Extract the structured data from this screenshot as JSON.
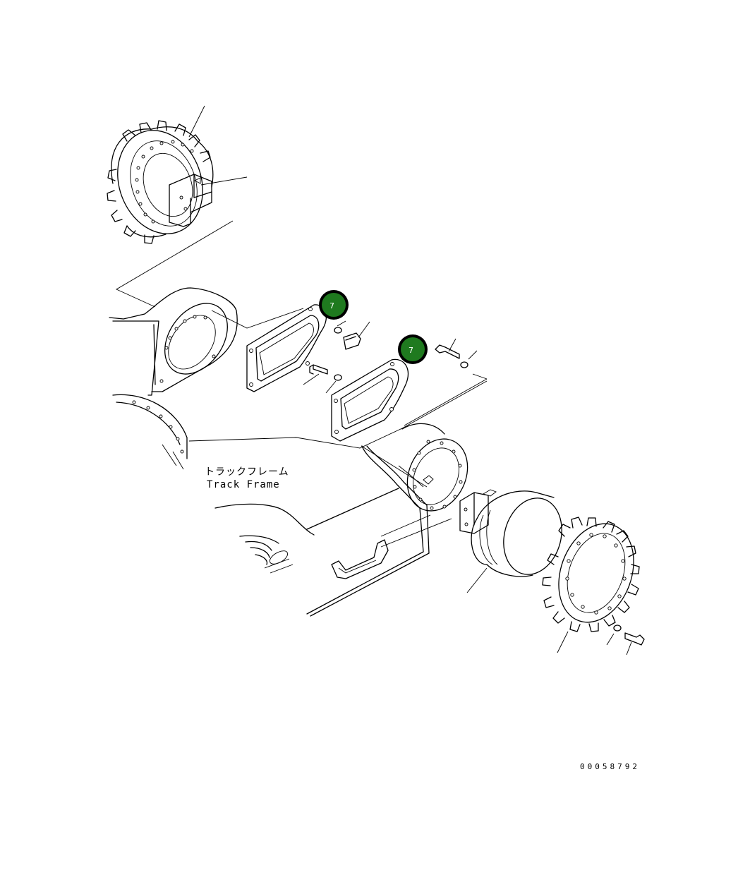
{
  "diagram": {
    "label_jp": "トラックフレーム",
    "label_en": "Track Frame",
    "reference_number": "00058792",
    "callouts": [
      {
        "number": "7"
      },
      {
        "number": "7"
      }
    ],
    "colors": {
      "callout_fill": "#1f7a1f",
      "callout_ring": "#000000",
      "line": "#000000",
      "background": "#ffffff"
    }
  }
}
